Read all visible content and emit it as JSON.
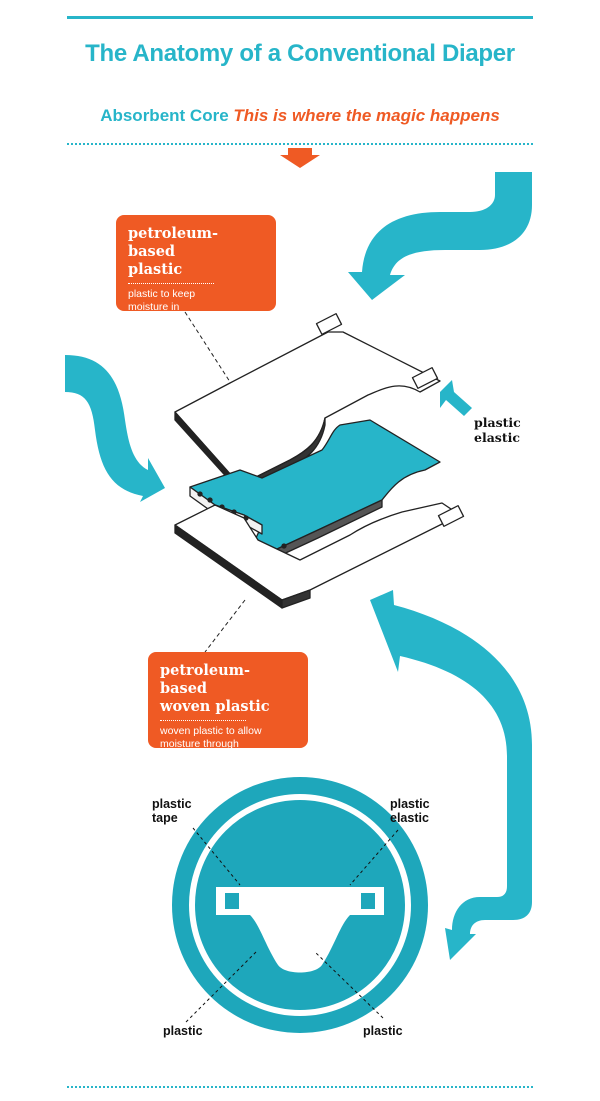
{
  "header": {
    "title": "The Anatomy of a Conventional Diaper",
    "subtitle_main": "Absorbent Core",
    "subtitle_accent": "This is where the magic happens"
  },
  "callouts": {
    "top": {
      "title": "petroleum-based\nplastic",
      "description": "plastic to keep\nmoisture in"
    },
    "bottom": {
      "title": "petroleum-based\nwoven plastic",
      "description": "woven plastic to allow\nmoisture through"
    }
  },
  "labels": {
    "side_elastic": "plastic\nelastic",
    "tape": "plastic\ntape",
    "circle_elastic": "plastic\nelastic",
    "plastic_left": "plastic",
    "plastic_right": "plastic"
  },
  "colors": {
    "teal": "#27b5c9",
    "orange": "#ef5a24",
    "dark_teal": "#1e9aad"
  }
}
